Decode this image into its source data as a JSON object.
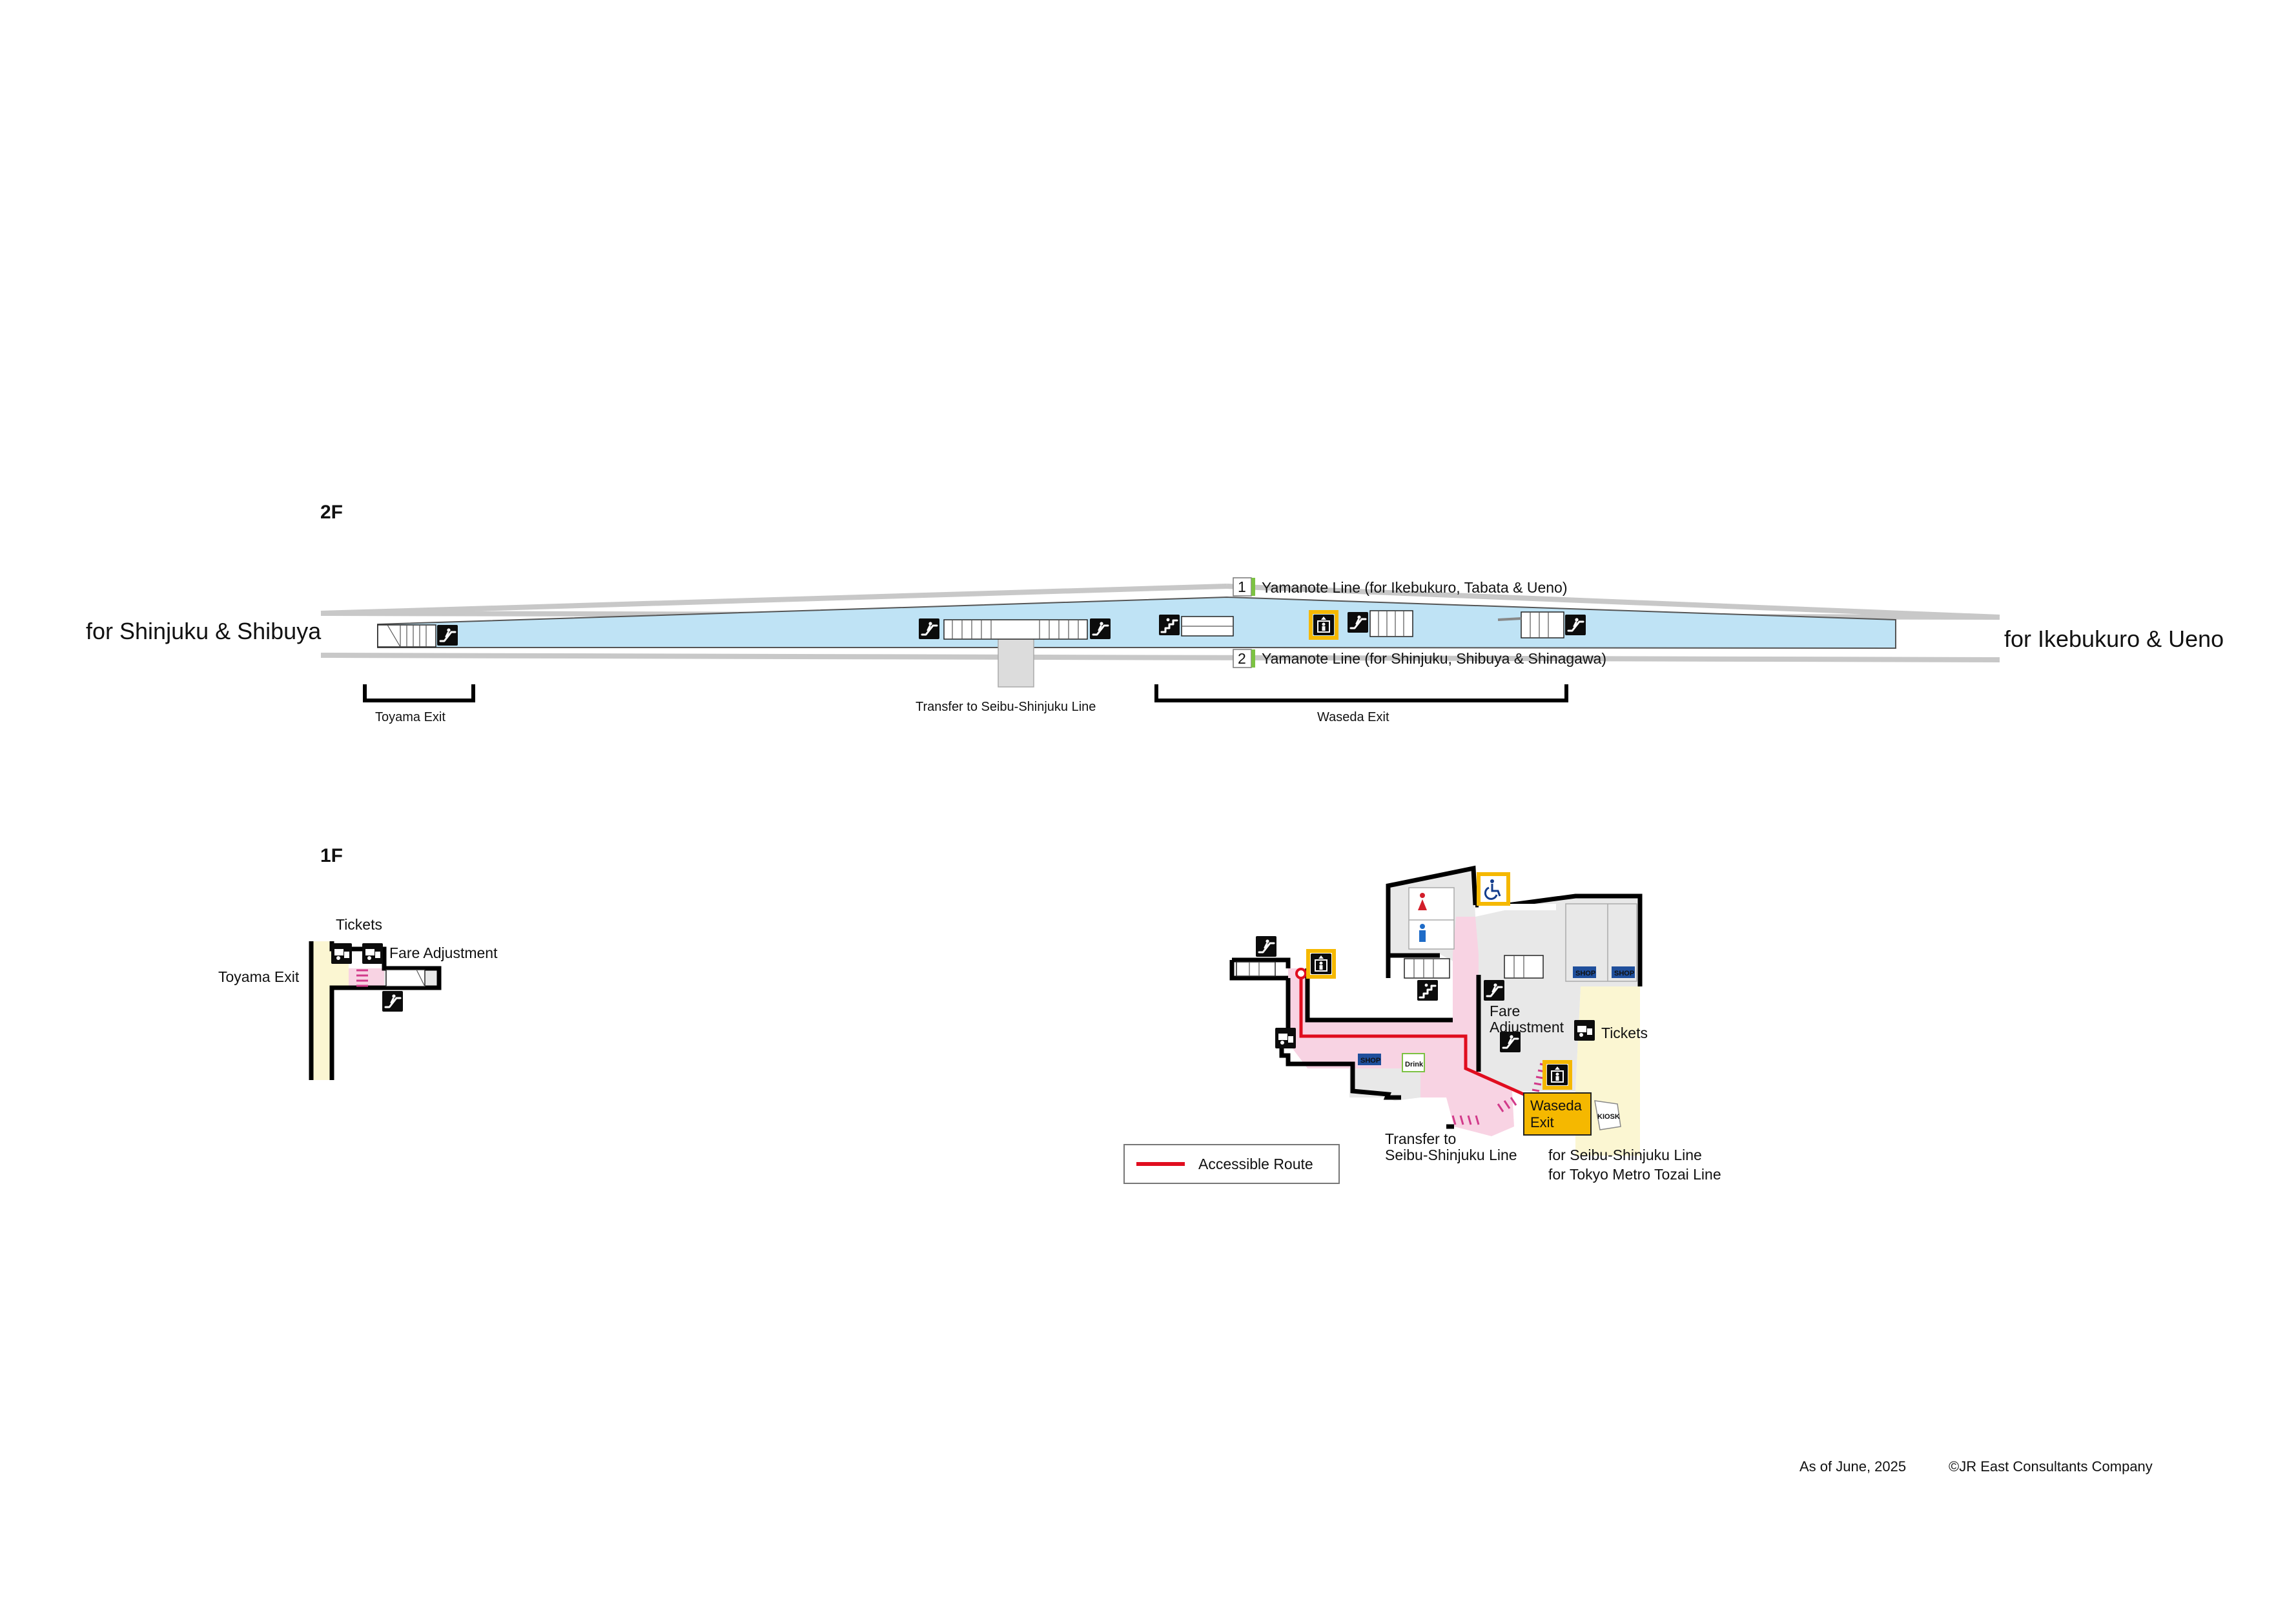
{
  "floors": {
    "upper": "2F",
    "lower": "1F"
  },
  "directions": {
    "west": "for Shinjuku & Shibuya",
    "east": "for Ikebukuro & Ueno"
  },
  "tracks": [
    {
      "number": "1",
      "label": "Yamanote Line (for Ikebukuro, Tabata & Ueno)"
    },
    {
      "number": "2",
      "label": "Yamanote Line (for Shinjuku, Shibuya & Shinagawa)"
    }
  ],
  "platform_labels": {
    "toyama_exit": "Toyama Exit",
    "transfer_seibu": "Transfer to Seibu-Shinjuku Line",
    "waseda_exit": "Waseda Exit"
  },
  "lower_labels": {
    "tickets": "Tickets",
    "fare_adjustment": "Fare Adjustment",
    "toyama_exit": "Toyama Exit",
    "fare_adjustment_l1": "Fare",
    "fare_adjustment_l2": "Adjustment",
    "tickets_2": "Tickets",
    "waseda_exit_l1": "Waseda",
    "waseda_exit_l2": "Exit",
    "transfer_l1": "Transfer to",
    "transfer_l2": "Seibu-Shinjuku Line",
    "for_seibu": "for Seibu-Shinjuku Line",
    "for_tozai": "for Tokyo Metro Tozai Line",
    "shop": "SHOP",
    "kiosk": "KIOSK",
    "drink": "Drink"
  },
  "legend": {
    "accessible_route": "Accessible Route"
  },
  "footer": {
    "as_of": "As of June, 2025",
    "copyright": "©JR East Consultants Company"
  },
  "colors": {
    "platform": "#bfe3f5",
    "track": "#c8c8c8",
    "concourse": "#e8e8e8",
    "paid_area": "#f8d3e3",
    "exit_area": "#fbf6d2",
    "accessible_route": "#e00d1f",
    "highlight": "#f5b800",
    "shop_badge": "#1f4f9c",
    "line_green": "#7cc243"
  },
  "icons": [
    "stairs-icon",
    "escalator-icon",
    "elevator-icon",
    "toilet-icon",
    "wheelchair-icon",
    "ticket-machine-icon",
    "fare-adjustment-icon",
    "shop-icon",
    "kiosk-icon",
    "drink-icon"
  ]
}
